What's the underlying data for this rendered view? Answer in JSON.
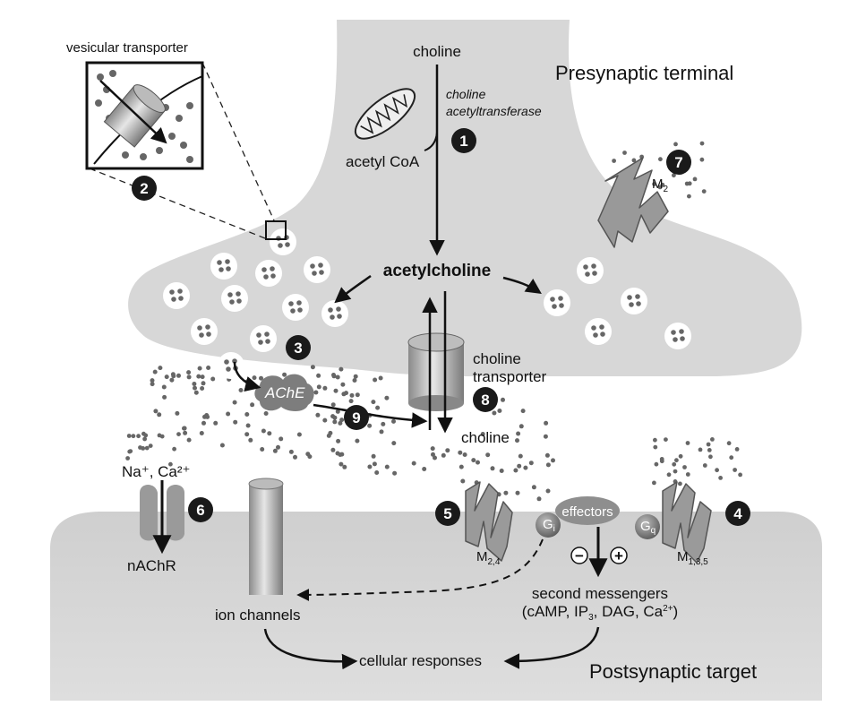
{
  "labels": {
    "choline_top": "choline",
    "presynaptic": "Presynaptic terminal",
    "enzyme_line1": "choline",
    "enzyme_line2": "acetyltransferase",
    "acetyl_coa": "acetyl CoA",
    "vesicular_transporter": "vesicular transporter",
    "acetylcholine": "acetylcholine",
    "m2": "M",
    "m2_sub": "2",
    "choline_transporter_1": "choline",
    "choline_transporter_2": "transporter",
    "ache": "AChE",
    "choline_bottom": "choline",
    "ions": "Na⁺, Ca²⁺",
    "nachr": "nAChR",
    "effectors": "effectors",
    "gi": "G",
    "gi_sub": "i",
    "gq": "G",
    "gq_sub": "q",
    "m24": "M",
    "m24_sub": "2,4",
    "m135": "M",
    "m135_sub": "1,3,5",
    "minus": "−",
    "plus": "+",
    "second_messengers": "second messengers",
    "second_messengers_list_a": "(cAMP, IP",
    "second_messengers_list_b": "3",
    "second_messengers_list_c": ", DAG, Ca",
    "second_messengers_list_d": "2+",
    "second_messengers_list_e": ")",
    "ion_channels": "ion channels",
    "cellular_responses": "cellular responses",
    "postsynaptic": "Postsynaptic target"
  },
  "steps": [
    "1",
    "2",
    "3",
    "4",
    "5",
    "6",
    "7",
    "8",
    "9"
  ],
  "colors": {
    "membrane": "#d7d7d7",
    "step_badge": "#1a1a1a",
    "vesicle": "#ffffff",
    "dot": "#666666"
  }
}
